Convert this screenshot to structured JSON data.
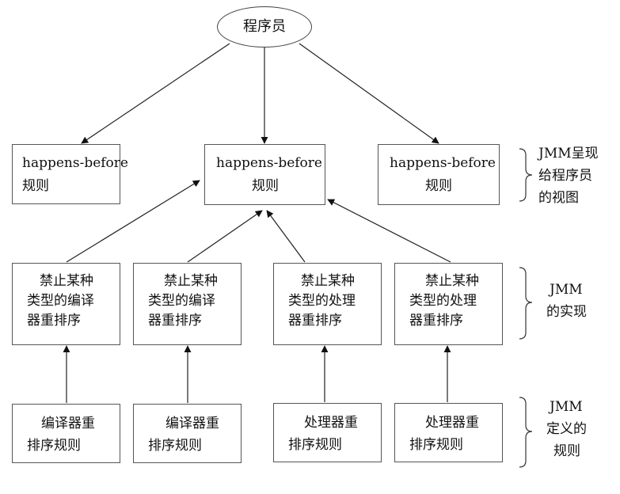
{
  "root": {
    "label": "程序员"
  },
  "hb_rules": [
    {
      "line1": "happens-before",
      "line2": "规则"
    },
    {
      "line1": "happens-before",
      "line2": "规则"
    },
    {
      "line1": "happens-before",
      "line2": "规则"
    }
  ],
  "reorder_bans": [
    {
      "line1": "禁止某种",
      "line2": "类型的编译",
      "line3": "器重排序"
    },
    {
      "line1": "禁止某种",
      "line2": "类型的编译",
      "line3": "器重排序"
    },
    {
      "line1": "禁止某种",
      "line2": "类型的处理",
      "line3": "器重排序"
    },
    {
      "line1": "禁止某种",
      "line2": "类型的处理",
      "line3": "器重排序"
    }
  ],
  "reorder_rules": [
    {
      "line1": "编译器重",
      "line2": "排序规则"
    },
    {
      "line1": "编译器重",
      "line2": "排序规则"
    },
    {
      "line1": "处理器重",
      "line2": "排序规则"
    },
    {
      "line1": "处理器重",
      "line2": "排序规则"
    }
  ],
  "brackets": [
    {
      "line1": "JMM呈现",
      "line2": "给程序员",
      "line3": "的视图"
    },
    {
      "line1": "JMM",
      "line2": "的实现"
    },
    {
      "line1": "JMM",
      "line2": "定义的",
      "line3": "规则"
    }
  ]
}
